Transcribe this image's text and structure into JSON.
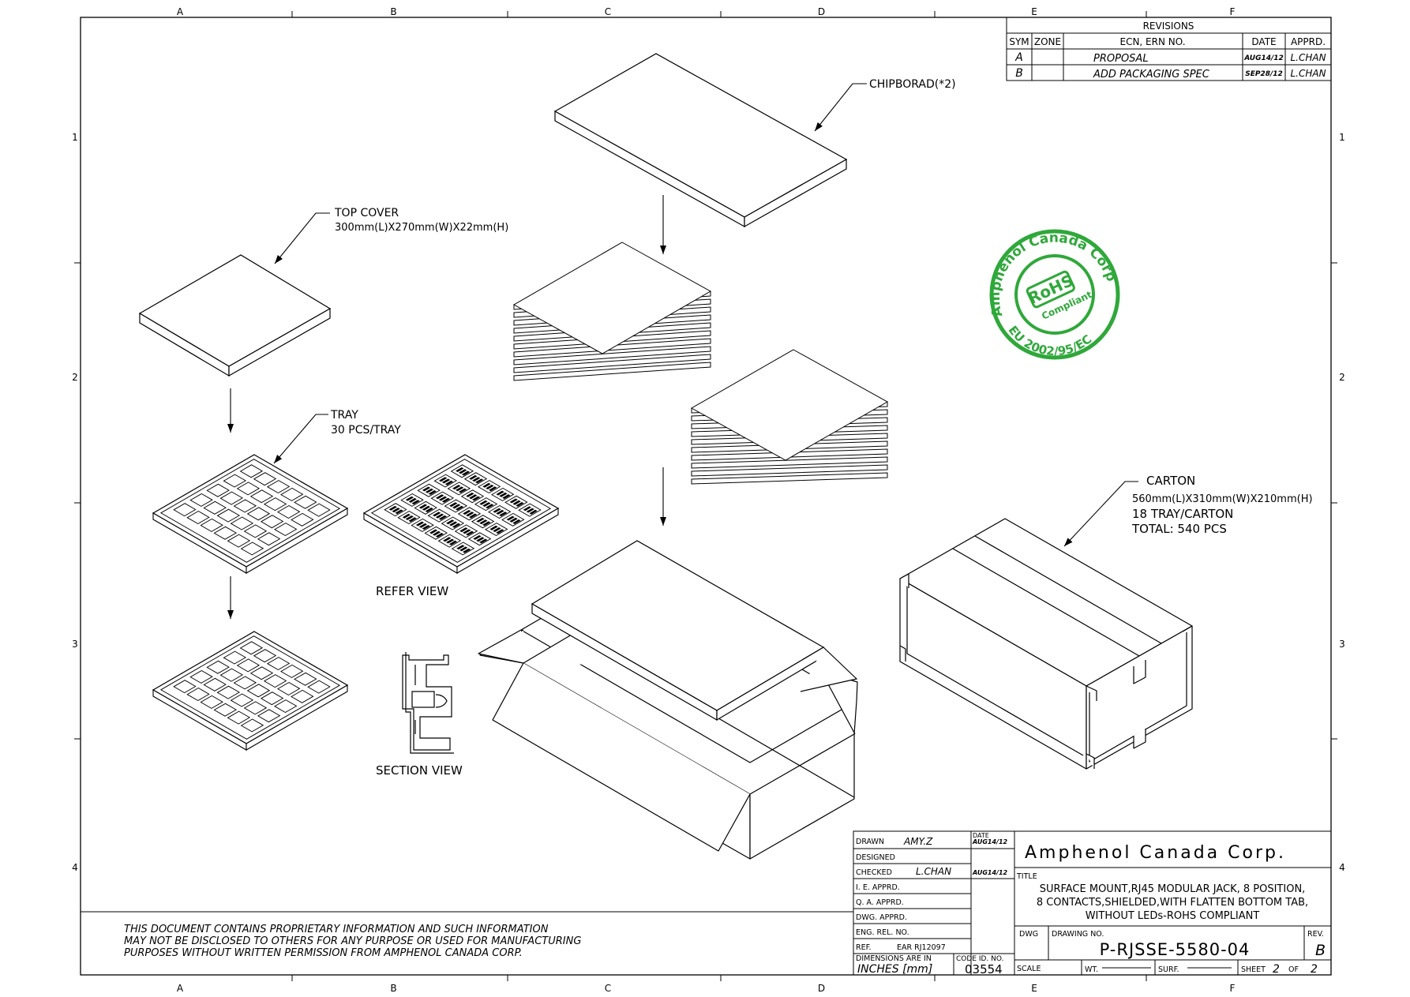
{
  "border": {
    "columns": [
      "A",
      "B",
      "C",
      "D",
      "E",
      "F"
    ],
    "rows": [
      "1",
      "2",
      "3",
      "4"
    ]
  },
  "revisions": {
    "title": "REVISIONS",
    "headers": [
      "SYM",
      "ZONE",
      "ECN, ERN NO.",
      "DATE",
      "APPRD."
    ],
    "rows": [
      {
        "sym": "A",
        "zone": "",
        "ecn": "PROPOSAL",
        "date": "AUG14/12",
        "apprd": "L.CHAN"
      },
      {
        "sym": "B",
        "zone": "",
        "ecn": "ADD PACKAGING SPEC",
        "date": "SEP28/12",
        "apprd": "L.CHAN"
      }
    ]
  },
  "labels": {
    "chipboard": "CHIPBORAD(*2)",
    "top_cover_title": "TOP COVER",
    "top_cover_dims": "300mm(L)X270mm(W)X22mm(H)",
    "tray_title": "TRAY",
    "tray_qty": "30 PCS/TRAY",
    "refer_view": "REFER VIEW",
    "section_view": "SECTION VIEW",
    "carton_title": "CARTON",
    "carton_dims": "560mm(L)X310mm(W)X210mm(H)",
    "carton_qty": "18 TRAY/CARTON",
    "carton_total": "TOTAL: 540 PCS"
  },
  "stamp": {
    "outer_text": "Amphenol Canada Corp",
    "center": "RoHS",
    "sub": "Compliant",
    "bottom": "EU 2002/95/EC",
    "color": "#2fa83a"
  },
  "disclaimer": [
    "THIS DOCUMENT CONTAINS PROPRIETARY INFORMATION AND SUCH INFORMATION",
    "MAY NOT BE DISCLOSED TO OTHERS FOR ANY PURPOSE OR USED FOR MANUFACTURING",
    "PURPOSES WITHOUT WRITTEN PERMISSION FROM AMPHENOL CANADA CORP."
  ],
  "title_block": {
    "drawn_label": "DRAWN",
    "drawn_by": "AMY.Z",
    "date_label": "DATE",
    "drawn_date": "AUG14/12",
    "designed_label": "DESIGNED",
    "checked_label": "CHECKED",
    "checked_by": "L.CHAN",
    "checked_date": "AUG14/12",
    "ie_label": "I. E. APPRD.",
    "qa_label": "Q. A. APPRD.",
    "dwg_appr_label": "DWG. APPRD.",
    "eng_label": "ENG. REL. NO.",
    "ref_label": "REF.",
    "ref_value": "EAR RJ12097",
    "dims_label": "DIMENSIONS ARE IN",
    "units": "INCHES [mm]",
    "code_label": "CODE ID. NO.",
    "code_value": "03554",
    "company": "Amphenol Canada Corp.",
    "title_label": "TITLE",
    "title_lines": [
      "SURFACE MOUNT,RJ45 MODULAR JACK, 8 POSITION,",
      "8 CONTACTS,SHIELDED,WITH FLATTEN BOTTOM TAB,",
      "WITHOUT LEDs-ROHS COMPLIANT"
    ],
    "dwg_label": "DWG",
    "drawing_no_label": "DRAWING NO.",
    "drawing_no": "P-RJSSE-5580-04",
    "rev_label": "REV.",
    "rev": "B",
    "scale_label": "SCALE",
    "wt_label": "WT.",
    "surf_label": "SURF.",
    "sheet_label": "SHEET",
    "sheet_no": "2",
    "of_label": "OF",
    "sheet_total": "2"
  }
}
